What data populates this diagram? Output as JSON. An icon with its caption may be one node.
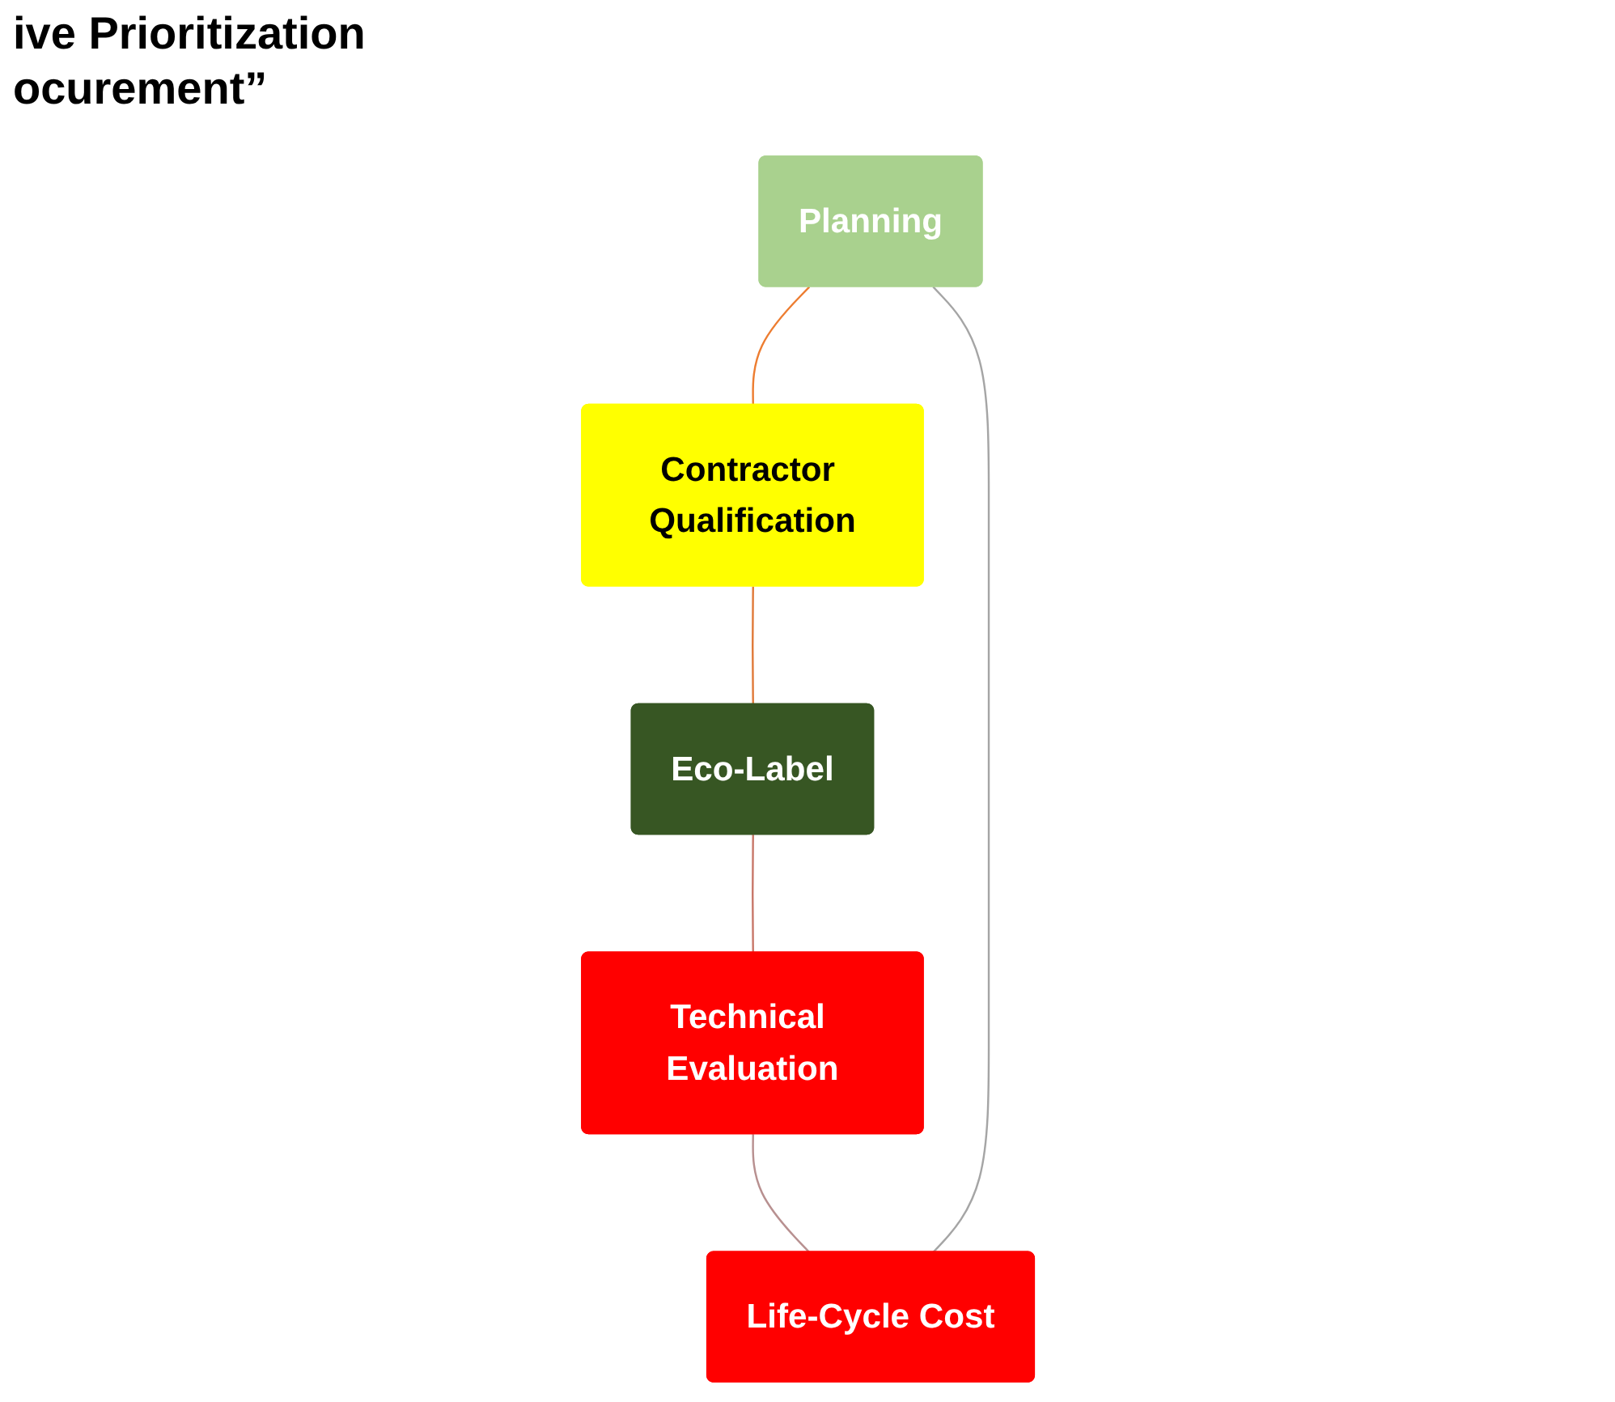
{
  "diagram": {
    "title": "ive Prioritization ocurement”",
    "nodes": [
      {
        "text": [
          "Planning"
        ]
      },
      {
        "text": [
          "Life-Cycle Cost"
        ]
      },
      {
        "text": [
          "Contractor Qualification"
        ]
      },
      {
        "text": [
          "Technical Evaluation"
        ]
      },
      {
        "text": [
          "Eco-Label"
        ]
      }
    ],
    "edges": [
      {
        "from": 0,
        "to": 2,
        "arrow": "none",
        "color": "#ed7d31"
      },
      {
        "from": 2,
        "to": 4,
        "arrow": "none",
        "color": "#e07a3a"
      },
      {
        "from": 4,
        "to": 3,
        "arrow": "none",
        "color": "#c8786a"
      },
      {
        "from": 3,
        "to": 1,
        "arrow": "none",
        "color": "#b89090"
      },
      {
        "from": 1,
        "to": 0,
        "arrow": "none",
        "color": "#a5a5a5"
      }
    ]
  }
}
